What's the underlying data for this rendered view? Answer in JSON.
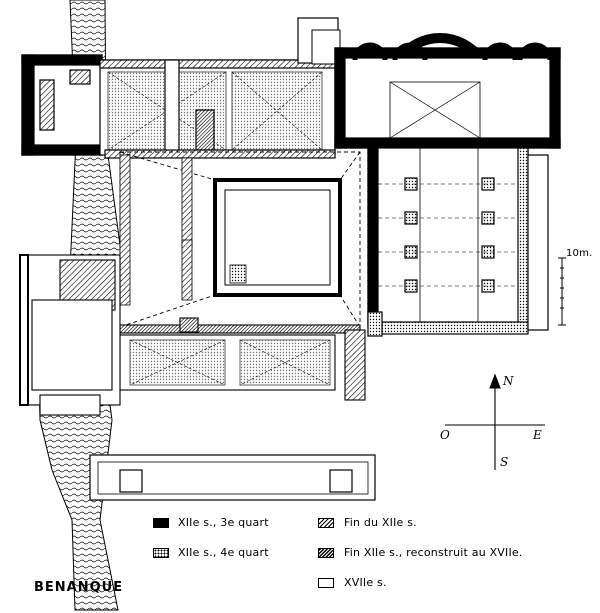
{
  "title": "BENANQUE",
  "scale_label": "10m.",
  "compass": {
    "north": "N",
    "south": "S",
    "east": "E",
    "west": "O"
  },
  "legend": [
    {
      "key": "xiie-3e-quart",
      "label": "XIIe s., 3e quart",
      "pattern": "black"
    },
    {
      "key": "xiie-4e-quart",
      "label": "XIIe s., 4e quart",
      "pattern": "dots"
    },
    {
      "key": "fin-xiie",
      "label": "Fin du XIIe s.",
      "pattern": "hatch"
    },
    {
      "key": "fin-xiie-reconstruit",
      "label": "Fin XIIe s., reconstruit au XVIIe.",
      "pattern": "dense-hatch"
    },
    {
      "key": "xviie",
      "label": "XVIIe s.",
      "pattern": "white"
    }
  ],
  "colors": {
    "ink": "#000000",
    "paper": "#ffffff"
  }
}
